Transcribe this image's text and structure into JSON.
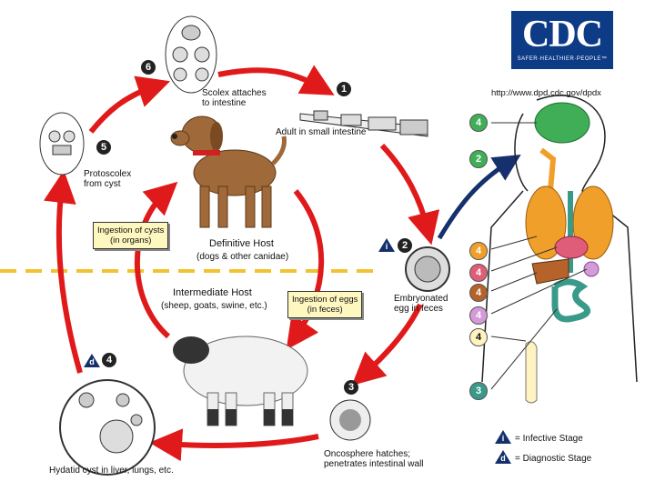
{
  "cdc": {
    "logo_text": "CDC",
    "tagline": "SAFER·HEALTHIER·PEOPLE™",
    "url": "http://www.dpd.cdc.gov/dpdx"
  },
  "labels": {
    "scolex": "Scolex attaches\nto intestine",
    "adult": "Adult in small intestine",
    "protoscolex": "Protoscolex\nfrom cyst",
    "definitive_title": "Definitive Host",
    "definitive_sub": "(dogs & other canidae)",
    "intermediate_title": "Intermediate Host",
    "intermediate_sub": "(sheep, goats, swine, etc.)",
    "embryonated": "Embryonated\negg in feces",
    "oncosphere": "Oncosphere hatches;\npenetrates intestinal wall",
    "hydatid": "Hydatid cyst in liver, lungs, etc."
  },
  "boxes": {
    "ingestion_cysts": "Ingestion of cysts\n(in organs)",
    "ingestion_eggs": "Ingestion of eggs\n(in feces)"
  },
  "steps": [
    "1",
    "2",
    "3",
    "4",
    "5",
    "6"
  ],
  "stage_letters": {
    "infective": "i",
    "diagnostic": "d"
  },
  "human_numbers": [
    "4",
    "2",
    "4",
    "4",
    "4",
    "4",
    "4",
    "3"
  ],
  "legend": {
    "infective": "= Infective Stage",
    "diagnostic": "= Diagnostic Stage"
  },
  "colors": {
    "arrow_red": "#e01a1a",
    "arrow_blue": "#16306d",
    "divider": "#f2c230",
    "cdc_blue": "#0d3b86",
    "brain": "#3fae57",
    "lung": "#f0a02a",
    "liver": "#b5622b",
    "intestine": "#3a9a8a",
    "stomach": "#e05d7a",
    "bone": "#fff3c0"
  }
}
